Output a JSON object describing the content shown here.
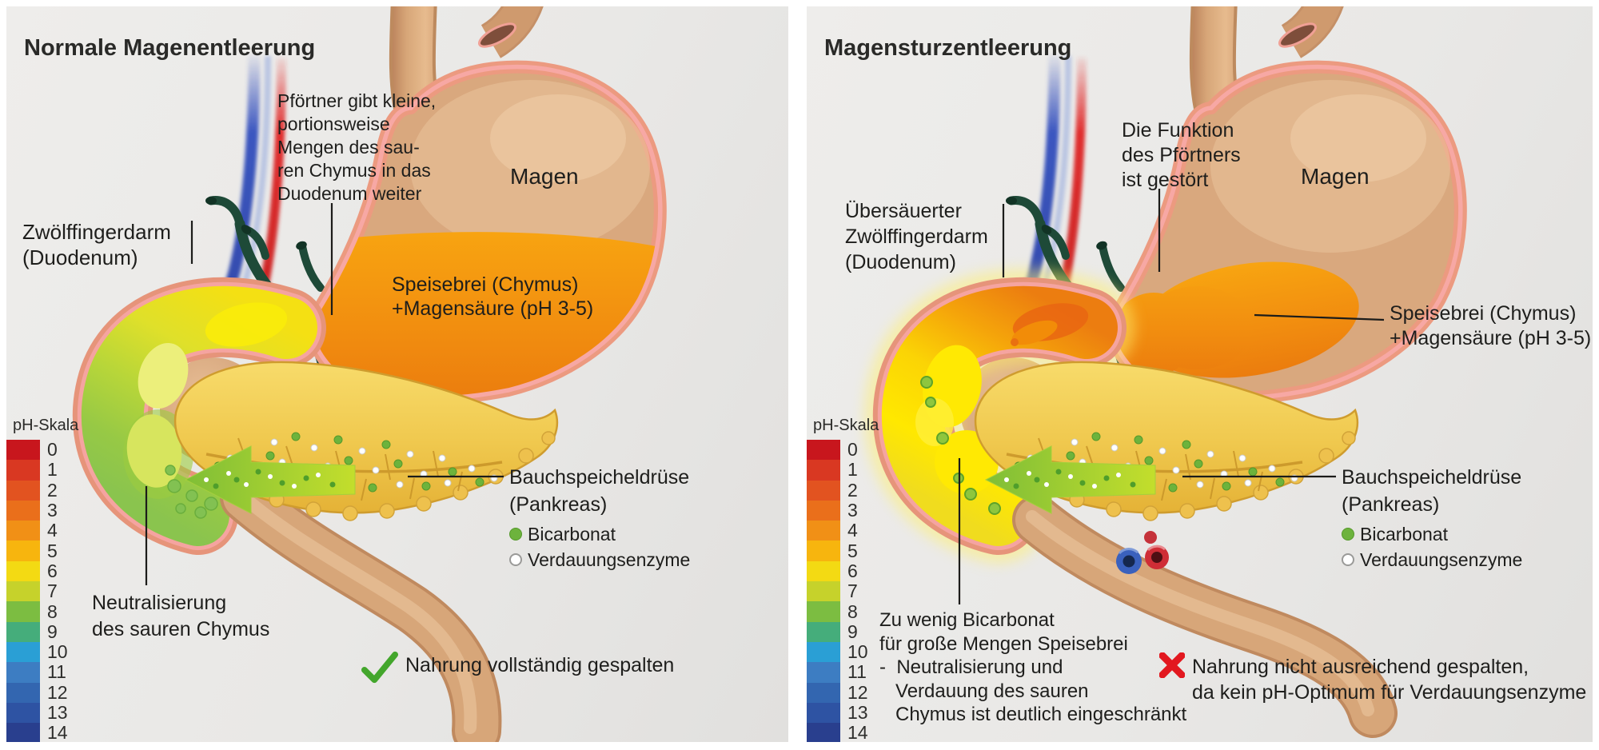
{
  "colors": {
    "check_green": "#43a62c",
    "cross_red": "#e2181f",
    "bicarbonate_dot": "#6db33d",
    "enzyme_dot_border": "#9a9a98",
    "panel_background": "#e8e7e5",
    "text": "#1e1e1c",
    "stomach_acid_orange": "#f29410",
    "neutral_chyme_green": "#8ac44e",
    "acid_chyme_yellow": "#ffe800"
  },
  "ph_scale": {
    "label": "pH-Skala",
    "values": [
      "0",
      "1",
      "2",
      "3",
      "4",
      "5",
      "6",
      "7",
      "8",
      "9",
      "10",
      "11",
      "12",
      "13",
      "14"
    ],
    "colors": [
      "#c8161d",
      "#d93822",
      "#e25320",
      "#ea6f1b",
      "#f19016",
      "#f7b50e",
      "#f3da13",
      "#c6d22b",
      "#7cbd41",
      "#45ad7b",
      "#2a9fd5",
      "#3d7dc2",
      "#3366b0",
      "#2e53a3",
      "#293f8e"
    ]
  },
  "left_panel": {
    "title": "Normale Magenentleerung",
    "pylorus_note": "Pförtner gibt kleine,\nportionsweise\nMengen des sau-\nren Chymus in das\nDuodenum weiter",
    "duodenum_label": "Zwölffingerdarm\n(Duodenum)",
    "stomach_label": "Magen",
    "chyme_label": "Speisebrei (Chymus)\n+Magensäure (pH 3-5)",
    "neutralization_label": "Neutralisierung\ndes sauren Chymus",
    "pancreas_label": "Bauchspeicheldrüse\n(Pankreas)",
    "legend": {
      "bicarbonate": "Bicarbonat",
      "enzymes": "Verdauungsenzyme"
    },
    "result": {
      "icon": "check",
      "text": "Nahrung vollständig gespalten"
    }
  },
  "right_panel": {
    "title": "Magensturzentleerung",
    "pylorus_note": "Die Funktion\ndes Pförtners\nist gestört",
    "duodenum_label": "Übersäuerter\nZwölffingerdarm\n(Duodenum)",
    "stomach_label": "Magen",
    "chyme_label": "Speisebrei (Chymus)\n+Magensäure (pH 3-5)",
    "bicarbonate_note": "Zu wenig Bicarbonat\nfür große Mengen Speisebrei\n-  Neutralisierung und\n   Verdauung des sauren\n   Chymus ist deutlich eingeschränkt",
    "pancreas_label": "Bauchspeicheldrüse\n(Pankreas)",
    "legend": {
      "bicarbonate": "Bicarbonat",
      "enzymes": "Verdauungsenzyme"
    },
    "result": {
      "icon": "cross",
      "text": "Nahrung nicht ausreichend gespalten,\nda kein pH-Optimum für Verdauungsenzyme"
    }
  }
}
